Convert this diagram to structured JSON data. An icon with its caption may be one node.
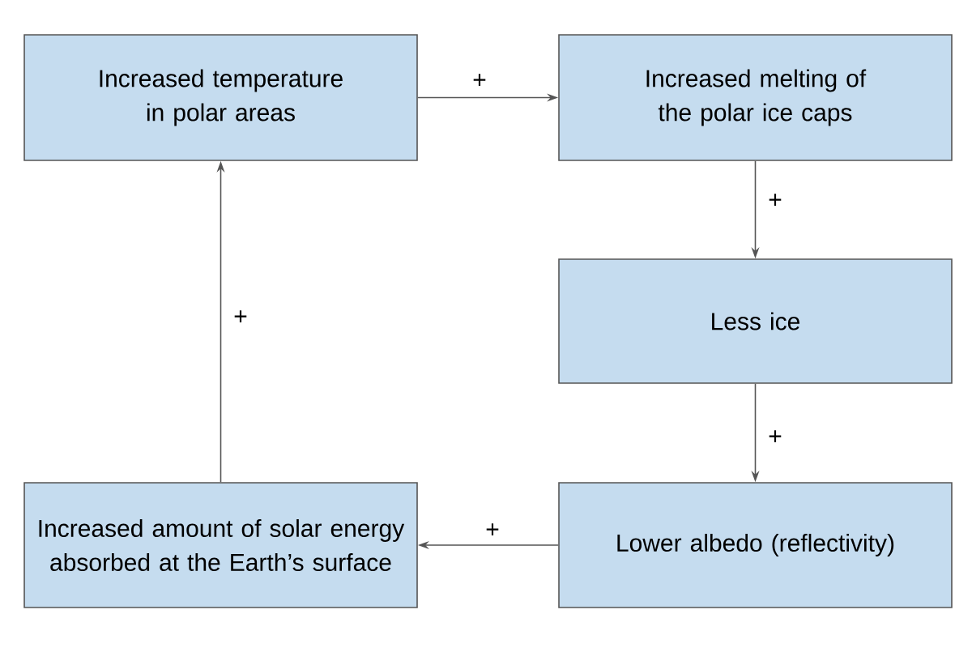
{
  "diagram": {
    "nodes": [
      {
        "text": [
          "Increased temperature in polar areas"
        ]
      },
      {
        "text": [
          "Increased melting of the polar ice caps"
        ]
      },
      {
        "text": [
          "Less ice"
        ]
      },
      {
        "text": [
          "Lower albedo (reflectivity)"
        ]
      },
      {
        "text": [
          "Increased amount of solar energy absorbed at the Earth’s surface"
        ]
      }
    ],
    "edges": [
      {
        "from": 0,
        "to": 1,
        "arrow": "to",
        "label": "+"
      },
      {
        "from": 1,
        "to": 2,
        "arrow": "to",
        "label": "+"
      },
      {
        "from": 2,
        "to": 3,
        "arrow": "to",
        "label": "+"
      },
      {
        "from": 3,
        "to": 4,
        "arrow": "to",
        "label": "+"
      },
      {
        "from": 4,
        "to": 0,
        "arrow": "to",
        "label": "+"
      }
    ]
  }
}
